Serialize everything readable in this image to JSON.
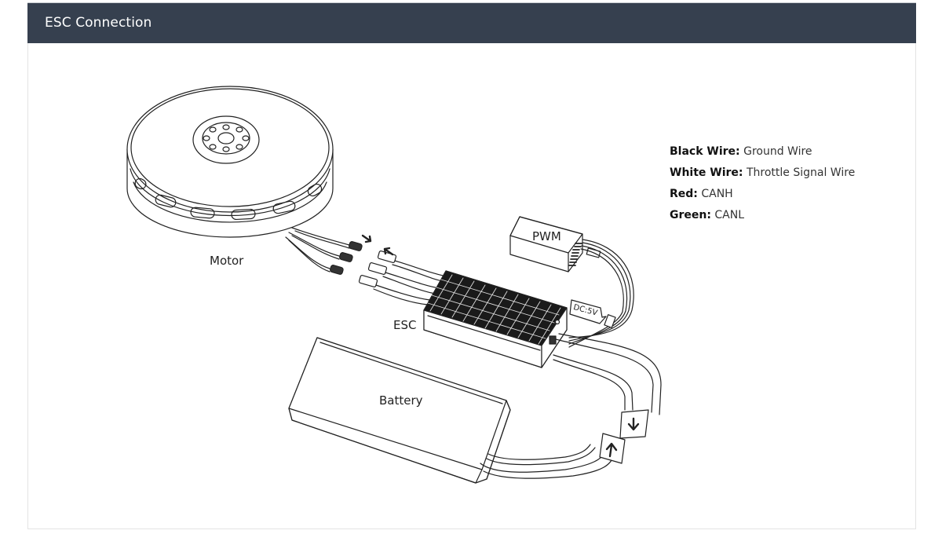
{
  "header": {
    "title": "ESC Connection"
  },
  "diagram": {
    "components": {
      "motor": "Motor",
      "esc": "ESC",
      "pwm": "PWM",
      "battery": "Battery",
      "dc_tag": "DC:5V"
    },
    "legend": [
      {
        "key": "Black Wire:",
        "value": "Ground Wire"
      },
      {
        "key": "White Wire:",
        "value": "Throttle Signal Wire"
      },
      {
        "key": "Red:",
        "value": "CANH"
      },
      {
        "key": "Green:",
        "value": "CANL"
      }
    ]
  }
}
